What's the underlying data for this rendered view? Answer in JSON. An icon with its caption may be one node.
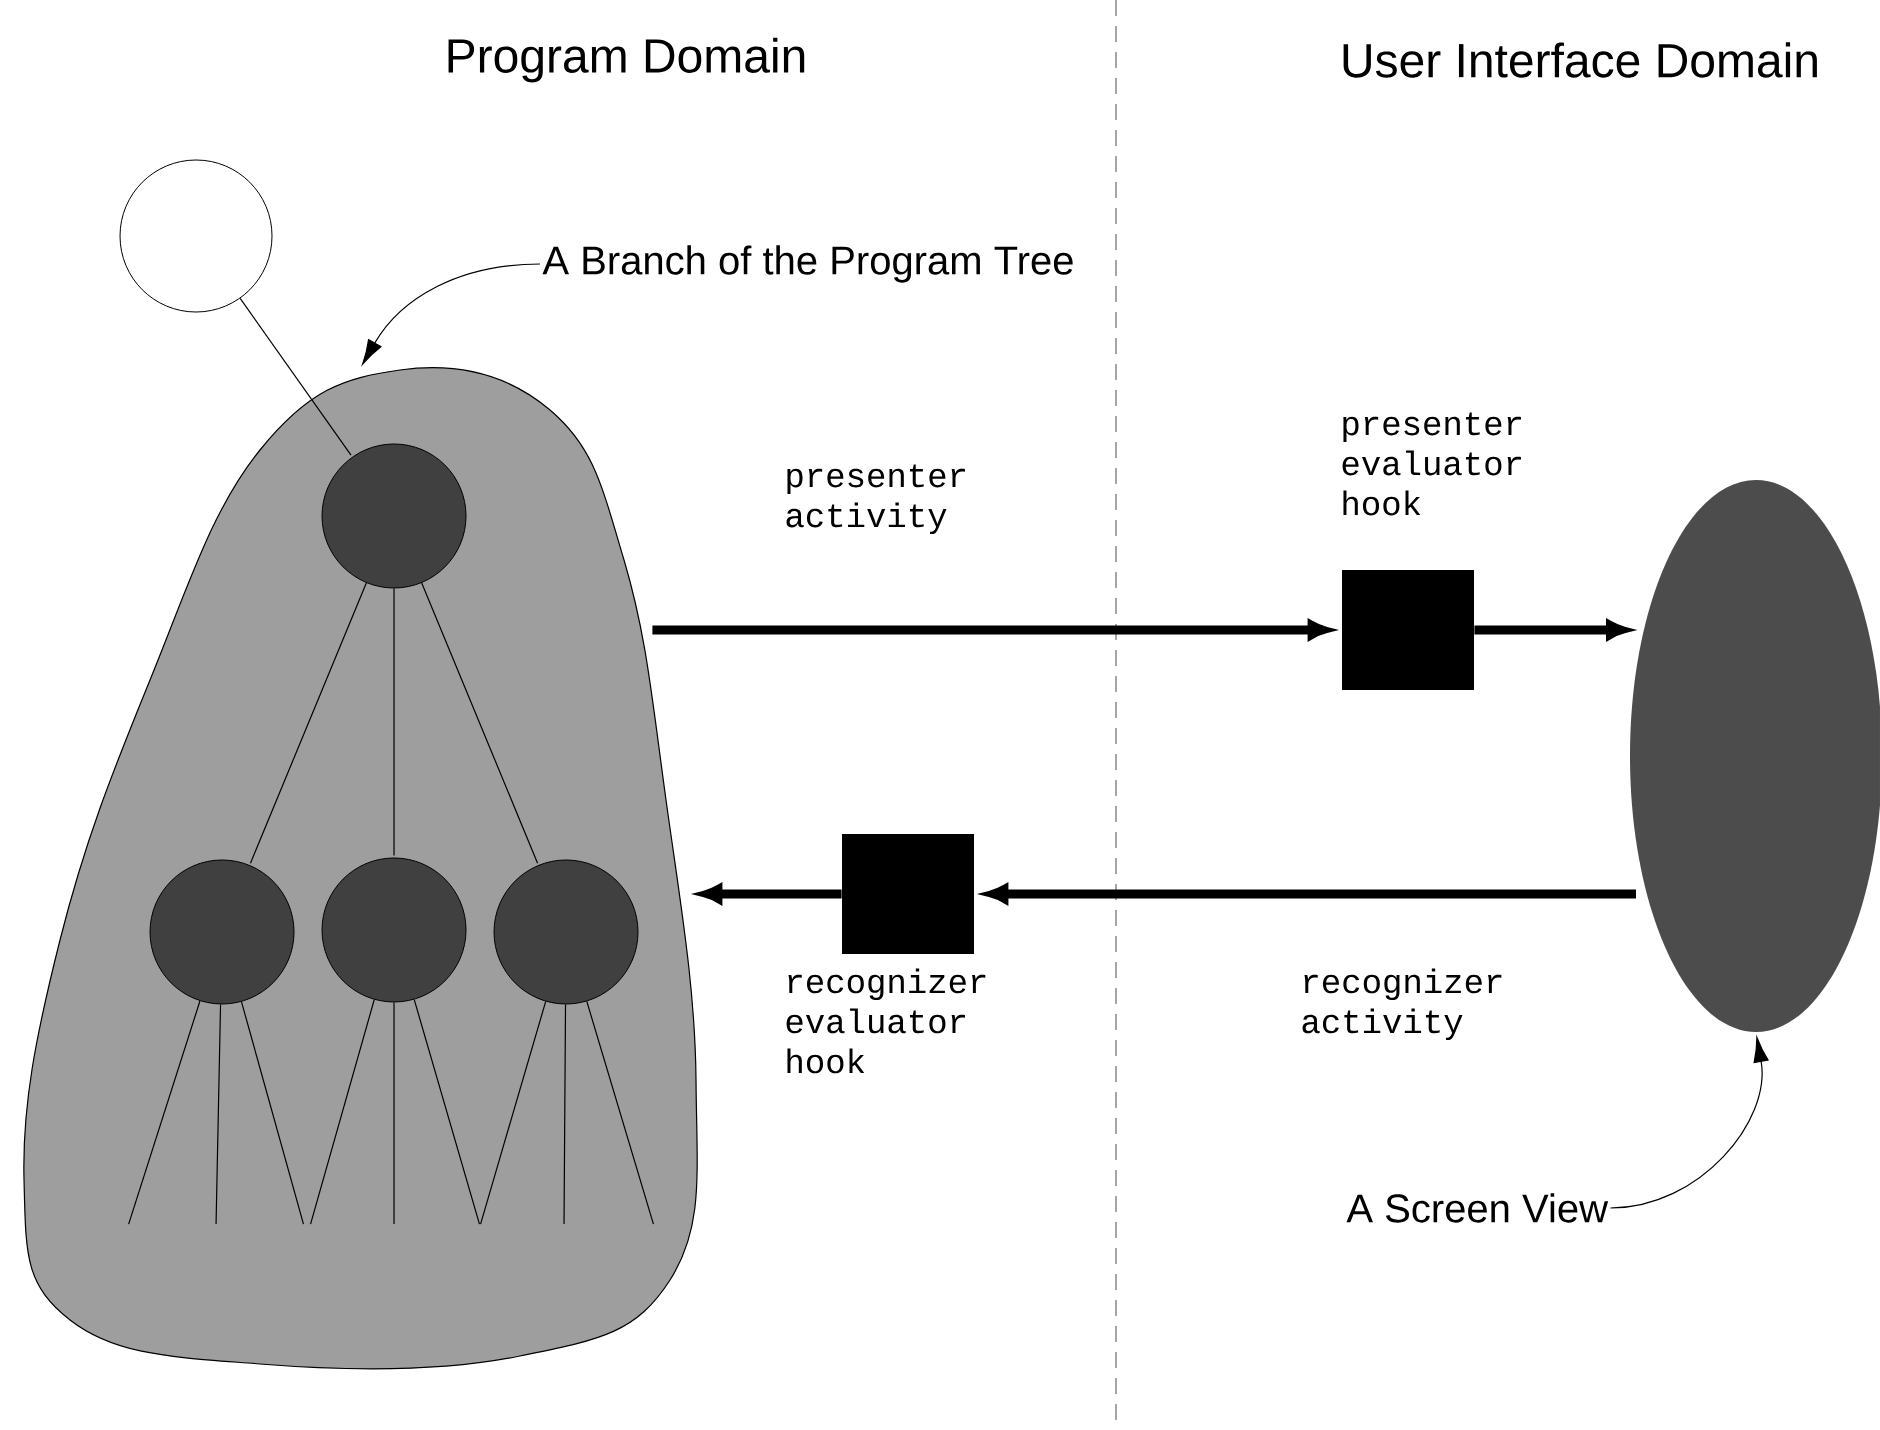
{
  "diagram": {
    "nodes": [
      {
        "text": [],
        "shape": "blob"
      },
      {
        "text": [],
        "shape": "circle"
      },
      {
        "text": [],
        "shape": "circle",
        "in": 0
      },
      {
        "text": [],
        "shape": "circle",
        "in": 0
      },
      {
        "text": [],
        "shape": "circle",
        "in": 0
      },
      {
        "text": [],
        "shape": "circle",
        "in": 0
      },
      {
        "text": [],
        "shape": "box",
        "beside": [
          "presenter evaluator hook"
        ]
      },
      {
        "text": [],
        "shape": "box",
        "beside": [
          "recognizer evaluator hook"
        ]
      },
      {
        "text": [],
        "shape": "ellipse"
      },
      {
        "text": [
          "A Branch of the Program Tree"
        ]
      },
      {
        "text": [
          "A Screen View"
        ]
      }
    ],
    "edges": [
      {
        "from": 1,
        "to": 2,
        "arrow": "none"
      },
      {
        "from": 2,
        "to": 3,
        "arrow": "none"
      },
      {
        "from": 2,
        "to": 4,
        "arrow": "none"
      },
      {
        "from": 2,
        "to": 5,
        "arrow": "none"
      },
      {
        "from": 3,
        "to": null,
        "arrow": "none"
      },
      {
        "from": 3,
        "to": null,
        "arrow": "none"
      },
      {
        "from": 3,
        "to": null,
        "arrow": "none"
      },
      {
        "from": 4,
        "to": null,
        "arrow": "none"
      },
      {
        "from": 4,
        "to": null,
        "arrow": "none"
      },
      {
        "from": 4,
        "to": null,
        "arrow": "none"
      },
      {
        "from": 5,
        "to": null,
        "arrow": "none"
      },
      {
        "from": 5,
        "to": null,
        "arrow": "none"
      },
      {
        "from": 5,
        "to": null,
        "arrow": "none"
      },
      {
        "from": 0,
        "to": 6,
        "arrow": "to",
        "label": "presenter activity",
        "style": "thick"
      },
      {
        "from": 6,
        "to": 8,
        "arrow": "to",
        "style": "thick"
      },
      {
        "from": 8,
        "to": 7,
        "arrow": "to",
        "label": "recognizer activity",
        "style": "thick"
      },
      {
        "from": 7,
        "to": 0,
        "arrow": "to",
        "style": "thick"
      },
      {
        "from": 9,
        "to": 0,
        "arrow": "to"
      },
      {
        "from": 10,
        "to": 8,
        "arrow": "to"
      }
    ],
    "labels": [
      "Program Domain",
      "User Interface Domain"
    ]
  }
}
